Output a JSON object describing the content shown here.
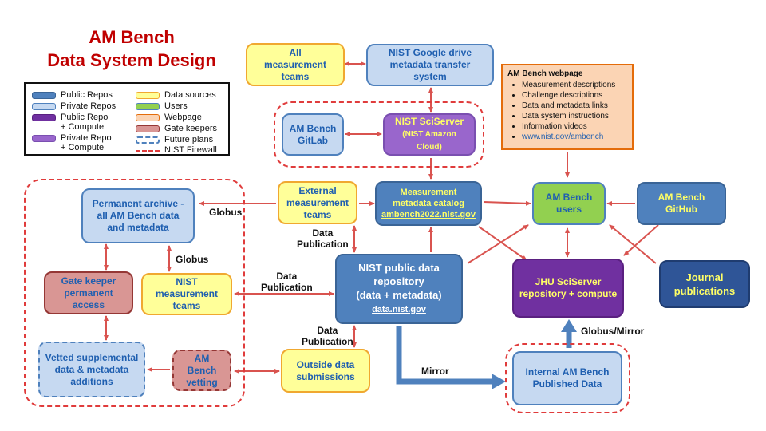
{
  "title": {
    "line1": "AM Bench",
    "line2": "Data System Design"
  },
  "legend": {
    "public_repos": "Public Repos",
    "private_repos": "Private Repos",
    "public_repo_compute_1": "Public Repo",
    "public_repo_compute_2": "+ Compute",
    "private_repo_compute_1": "Private Repo",
    "private_repo_compute_2": "+ Compute",
    "data_sources": "Data sources",
    "users": "Users",
    "webpage": "Webpage",
    "gate_keepers": "Gate keepers",
    "future_plans": "Future plans",
    "nist_firewall": "NIST Firewall"
  },
  "nodes": {
    "all_measurement_teams": {
      "l1": "All",
      "l2": "measurement",
      "l3": "teams"
    },
    "google_drive": {
      "l1": "NIST Google drive",
      "l2": "metadata transfer",
      "l3": "system"
    },
    "gitlab": {
      "l1": "AM Bench",
      "l2": "GitLab"
    },
    "sciserver": {
      "l1": "NIST SciServer",
      "l2": "(NIST Amazon Cloud)"
    },
    "permanent_archive": {
      "l1": "Permanent archive -",
      "l2": "all AM Bench data",
      "l3": "and metadata"
    },
    "external_teams": {
      "l1": "External",
      "l2": "measurement",
      "l3": "teams"
    },
    "catalog": {
      "l1": "Measurement",
      "l2": "metadata catalog",
      "link": "ambench2022.nist.gov"
    },
    "users": {
      "l1": "AM Bench",
      "l2": "users"
    },
    "github": {
      "l1": "AM Bench",
      "l2": "GitHub"
    },
    "gatekeeper": {
      "l1": "Gate keeper",
      "l2": "permanent",
      "l3": "access"
    },
    "nist_teams": {
      "l1": "NIST",
      "l2": "measurement",
      "l3": "teams"
    },
    "public_repo": {
      "l1": "NIST public data",
      "l2": "repository",
      "l3": "(data + metadata)",
      "link": "data.nist.gov"
    },
    "jhu": {
      "l1": "JHU SciServer",
      "l2": "repository + compute"
    },
    "journal": {
      "l1": "Journal",
      "l2": "publications"
    },
    "vetted": {
      "l1": "Vetted supplemental",
      "l2": "data & metadata",
      "l3": "additions"
    },
    "vetting": {
      "l1": "AM Bench",
      "l2": "vetting"
    },
    "outside": {
      "l1": "Outside data",
      "l2": "submissions"
    },
    "internal": {
      "l1": "Internal AM Bench",
      "l2": "Published Data"
    }
  },
  "webpage": {
    "title": "AM Bench webpage",
    "items": [
      "Measurement descriptions",
      "Challenge descriptions",
      "Data and metadata links",
      "Data system instructions",
      "Information videos"
    ],
    "link": "www.nist.gov/ambench"
  },
  "edge_labels": {
    "globus_top": "Globus",
    "globus_mid": "Globus",
    "data_pub_1a": "Data",
    "data_pub_1b": "Publication",
    "data_pub_2a": "Data",
    "data_pub_2b": "Publication",
    "data_pub_3a": "Data",
    "data_pub_3b": "Publication",
    "mirror": "Mirror",
    "globus_mirror": "Globus/Mirror"
  },
  "colors": {
    "public": "#4f81bd",
    "private": "#c6d9f1",
    "public_compute": "#7030a0",
    "private_compute": "#9966cc",
    "source": "#ffff99",
    "users": "#92d050",
    "webpage": "#fbd4b4",
    "gatekeeper": "#d99694",
    "firewall": "#e03c3c",
    "arrow": "#d9534f",
    "mirror_arrow": "#4f81bd"
  }
}
